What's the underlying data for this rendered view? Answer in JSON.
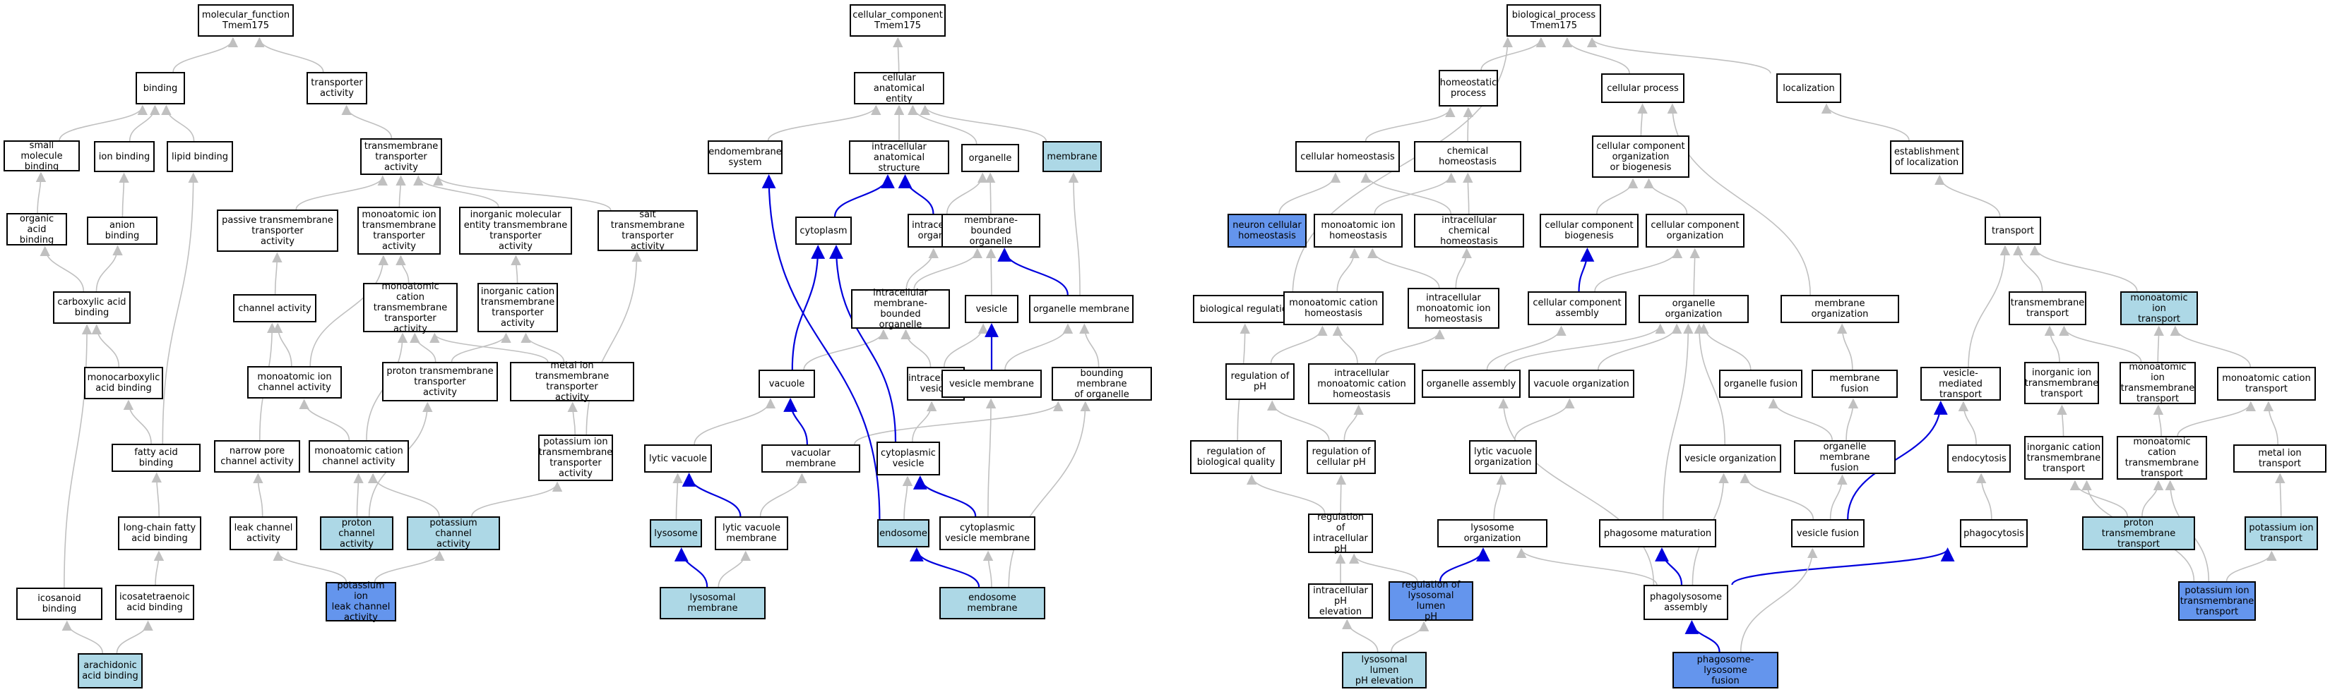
{
  "colors": {
    "highlight_light": "#add8e6",
    "highlight_dark": "#6495ed",
    "edge_gray": "#c0c0c0",
    "edge_blue": "#0000dd"
  },
  "nodes": {
    "mf": "molecular_function\nTmem175",
    "binding": "binding",
    "transporter_activity": "transporter\nactivity",
    "small_molecule_binding": "small molecule\nbinding",
    "ion_binding": "ion binding",
    "lipid_binding": "lipid binding",
    "tm_transporter": "transmembrane\ntransporter\nactivity",
    "organic_acid_binding": "organic acid\nbinding",
    "anion_binding": "anion binding",
    "passive_tm": "passive transmembrane\ntransporter\nactivity",
    "monoatomic_ion_tm": "monoatomic ion\ntransmembrane\ntransporter\nactivity",
    "inorganic_molecular": "inorganic molecular\nentity transmembrane\ntransporter\nactivity",
    "salt_tm": "salt transmembrane\ntransporter\nactivity",
    "carboxylic_acid_binding": "carboxylic acid\nbinding",
    "channel_activity": "channel activity",
    "monoatomic_cation_tm": "monoatomic cation\ntransmembrane\ntransporter\nactivity",
    "inorganic_cation_tm": "inorganic cation\ntransmembrane\ntransporter\nactivity",
    "monocarboxylic_binding": "monocarboxylic\nacid binding",
    "monoatomic_ion_channel": "monoatomic ion\nchannel activity",
    "proton_tm": "proton transmembrane\ntransporter\nactivity",
    "metal_ion_tm": "metal ion transmembrane\ntransporter\nactivity",
    "fatty_acid_binding": "fatty acid binding",
    "narrow_pore": "narrow pore\nchannel activity",
    "monoatomic_cation_channel": "monoatomic cation\nchannel activity",
    "potassium_ion_tm": "potassium ion\ntransmembrane\ntransporter\nactivity",
    "long_chain": "long-chain fatty\nacid binding",
    "leak_channel": "leak channel\nactivity",
    "proton_channel": "proton channel\nactivity",
    "potassium_channel": "potassium channel\nactivity",
    "icosanoid_binding": "icosanoid binding",
    "icosatetraenoic": "icosatetraenoic\nacid binding",
    "potassium_leak": "potassium ion\nleak channel\nactivity",
    "arachidonic": "arachidonic\nacid binding",
    "cc": "cellular_component\nTmem175",
    "cellular_anatomical": "cellular anatomical\nentity",
    "endomembrane": "endomembrane\nsystem",
    "intracellular_anatomical": "intracellular\nanatomical structure",
    "organelle": "organelle",
    "membrane": "membrane",
    "cytoplasm": "cytoplasm",
    "intracellular_organelle": "intracellular\norganelle",
    "membrane_bounded": "membrane-bounded\norganelle",
    "intracellular_mb": "intracellular\nmembrane-bounded\norganelle",
    "vesicle": "vesicle",
    "organelle_membrane": "organelle membrane",
    "vacuole": "vacuole",
    "intracellular_vesicle": "intracellular\nvesicle",
    "vesicle_membrane": "vesicle membrane",
    "bounding_membrane": "bounding membrane\nof organelle",
    "lytic_vacuole": "lytic vacuole",
    "vacuolar_membrane": "vacuolar membrane",
    "cytoplasmic_vesicle": "cytoplasmic\nvesicle",
    "lysosome": "lysosome",
    "lytic_vacuole_membrane": "lytic vacuole\nmembrane",
    "endosome": "endosome",
    "cyto_vesicle_membrane": "cytoplasmic\nvesicle membrane",
    "lysosomal_membrane": "lysosomal membrane",
    "endosome_membrane": "endosome membrane",
    "bp": "biological_process\nTmem175",
    "homeostatic_process": "homeostatic\nprocess",
    "cellular_process": "cellular process",
    "localization": "localization",
    "cellular_homeostasis": "cellular homeostasis",
    "chemical_homeostasis": "chemical homeostasis",
    "cc_org_biogenesis": "cellular component\norganization\nor biogenesis",
    "establishment_localization": "establishment\nof localization",
    "neuron_homeostasis": "neuron cellular\nhomeostasis",
    "monoatomic_ion_homeostasis": "monoatomic ion\nhomeostasis",
    "intracellular_chem_homeostasis": "intracellular\nchemical homeostasis",
    "cc_biogenesis": "cellular component\nbiogenesis",
    "cc_organization": "cellular component\norganization",
    "transport": "transport",
    "biological_regulation": "biological regulation",
    "monoatomic_cation_homeostasis": "monoatomic cation\nhomeostasis",
    "intracellular_monoatomic_ion_homeostasis": "intracellular\nmonoatomic ion\nhomeostasis",
    "cc_assembly": "cellular component\nassembly",
    "organelle_organization": "organelle organization",
    "membrane_organization": "membrane organization",
    "tm_transport": "transmembrane\ntransport",
    "monoatomic_ion_transport": "monoatomic ion\ntransport",
    "regulation_ph": "regulation of\npH",
    "intracellular_monoatomic_cation_homeostasis": "intracellular\nmonoatomic cation\nhomeostasis",
    "organelle_assembly": "organelle assembly",
    "vacuole_organization": "vacuole organization",
    "organelle_fusion": "organelle fusion",
    "membrane_fusion": "membrane fusion",
    "vesicle_mediated_transport": "vesicle-mediated\ntransport",
    "inorganic_ion_tm_transport": "inorganic ion\ntransmembrane\ntransport",
    "monoatomic_ion_tm_transport": "monoatomic ion\ntransmembrane\ntransport",
    "monoatomic_cation_transport": "monoatomic cation\ntransport",
    "regulation_biological_quality": "regulation of\nbiological quality",
    "regulation_cellular_ph": "regulation of\ncellular pH",
    "lytic_vacuole_organization": "lytic vacuole\norganization",
    "vesicle_organization": "vesicle organization",
    "organelle_membrane_fusion": "organelle membrane\nfusion",
    "endocytosis": "endocytosis",
    "inorganic_cation_tm_transport": "inorganic cation\ntransmembrane\ntransport",
    "monoatomic_cation_tm_transport": "monoatomic cation\ntransmembrane\ntransport",
    "metal_ion_transport": "metal ion transport",
    "regulation_intracellular_ph": "regulation of\nintracellular\npH",
    "lysosome_organization": "lysosome organization",
    "phagosome_maturation": "phagosome maturation",
    "vesicle_fusion": "vesicle fusion",
    "phagocytosis": "phagocytosis",
    "proton_tm_transport": "proton transmembrane\ntransport",
    "potassium_ion_transport": "potassium ion\ntransport",
    "intracellular_ph_elevation": "intracellular\npH elevation",
    "regulation_lysosomal_ph": "regulation of\nlysosomal lumen\npH",
    "phagolysosome_assembly": "phagolysosome\nassembly",
    "potassium_ion_tm_transport": "potassium ion\ntransmembrane\ntransport",
    "lysosomal_ph_elevation": "lysosomal lumen\npH elevation",
    "phagosome_lysosome_fusion": "phagosome-lysosome\nfusion"
  }
}
